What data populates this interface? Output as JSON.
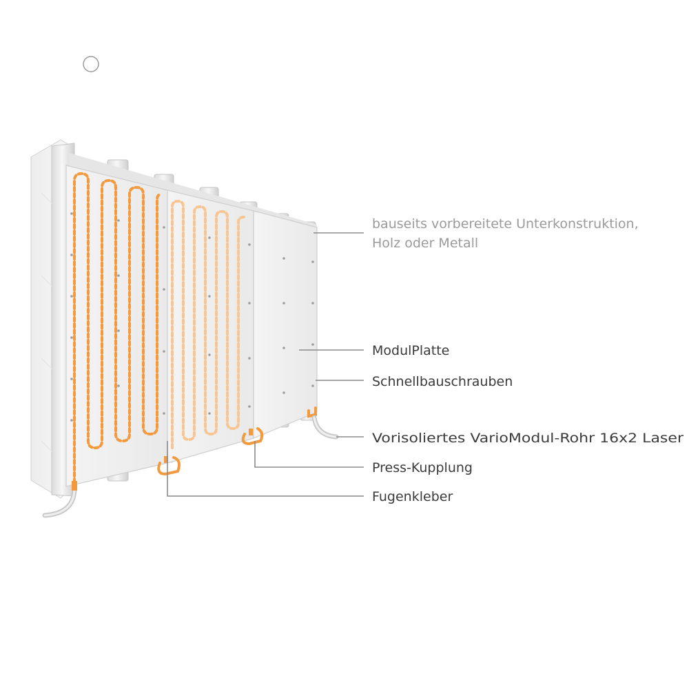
{
  "labels": {
    "substructure_line1": "bauseits vorbereitete Unterkonstruktion,",
    "substructure_line2": "Holz oder Metall",
    "module_plate": "ModulPlatte",
    "screws": "Schnellbauschrauben",
    "pipe": "Vorisoliertes VarioModul-Rohr 16x2 Laser",
    "coupling": "Press-Kupplung",
    "joint_adhesive": "Fugenkleber"
  },
  "icons": {
    "corner_marker": "circle-outline-icon"
  },
  "colors": {
    "pipe": "#f29a3d",
    "panel": "#f2f2f2",
    "label_text": "#3a3a3a",
    "label_text_light": "#9a9a9a",
    "leader_line": "#8a8a8a"
  }
}
